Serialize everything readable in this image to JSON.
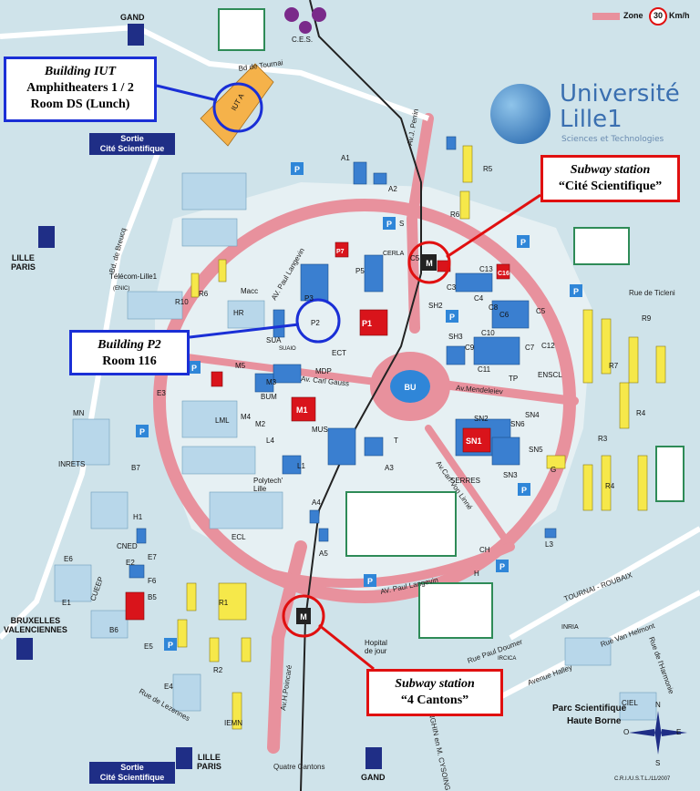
{
  "callouts": {
    "iut": {
      "title": "Building IUT",
      "line1": "Amphitheaters 1 / 2",
      "line2": "Room DS (Lunch)"
    },
    "p2": {
      "title": "Building P2",
      "line1": "Room 116"
    },
    "cite": {
      "title": "Subway station",
      "line1": "“Cité Scientifique”"
    },
    "cantons": {
      "title": "Subway station",
      "line1": "“4 Cantons”"
    }
  },
  "logo": {
    "name_line1": "Université",
    "name_line2": "Lille1",
    "subtitle": "Sciences et Technologies"
  },
  "zone": {
    "label": "Zone",
    "speed": "30",
    "unit": "Km/h"
  },
  "exits": {
    "top": {
      "line1": "Sortie",
      "line2": "Cité Scientifique"
    },
    "bottom": {
      "line1": "Sortie",
      "line2": "Cité Scientifique"
    }
  },
  "cities": {
    "gand_top": "GAND",
    "lille_paris_left": "LILLE\nPARIS",
    "bruxelles": "BRUXELLES\nVALENCIENNES",
    "lille_paris_bottom": "LILLE\nPARIS",
    "gand_bottom": "GAND"
  },
  "roads": {
    "tournai": "Bd de Tournai",
    "perrin": "Av.J. Perrin",
    "breucq": "Bd. de Breucq",
    "langevin_top": "AV. Paul Langevin",
    "langevin_bottom": "AV. Paul Langevin",
    "gauss": "Av. Carl Gauss",
    "mendeleiev": "Av.Mendeleiev",
    "vonlinne": "Av.Carl Von Linné",
    "poincare": "Av.H.Poincaré",
    "tournai_roubaix": "TOURNAI - ROUBAIX",
    "doumer": "Rue Paul Doumer",
    "halley": "Avenue Halley",
    "helmont": "Rue Van Helmont",
    "ticleni": "Rue de Ticleni",
    "harmonie": "Rue de l'Harmonie",
    "lezennes": "Rue de Lezennes",
    "sainghin": "SAINGHIN en M. CYSOING",
    "quatre_cantons": "Quatre Cantons"
  },
  "buildings": {
    "ces": "C.E.S.",
    "iut_a": "IUT A",
    "a1": "A1",
    "a2": "A2",
    "r5": "R5",
    "r6": "R6",
    "telecom": "Télécom-Lille1",
    "enic": "(ENIC)",
    "r10": "R10",
    "r6b": "R6",
    "macc": "Macc",
    "hr": "HR",
    "p3": "P3",
    "p2": "P2",
    "p1": "P1",
    "p5": "P5",
    "p7": "P7",
    "sua": "SUA",
    "suaio": "SUAIO",
    "cerl": "CERLA",
    "c5": "C5",
    "c13": "C13",
    "c16": "C16",
    "c3": "C3",
    "sh2": "SH2",
    "c4": "C4",
    "c8": "C8",
    "c6": "C6",
    "sh3": "SH3",
    "c9": "C9",
    "c10": "C10",
    "c5b": "C5",
    "c7": "C7",
    "c12": "C12",
    "c11": "C11",
    "ensc": "ENSCL",
    "tp": "TP",
    "r9": "R9",
    "r7": "R7",
    "r4": "R4",
    "r3": "R3",
    "r4b": "R4",
    "m5": "M5",
    "m3": "M3",
    "m1": "M1",
    "m2": "M2",
    "m4": "M4",
    "bum": "BUM",
    "e3": "E3",
    "lml": "LML",
    "mus": "MUS",
    "mdp": "MDP",
    "ect": "ECT",
    "bu": "BU",
    "sn2": "SN2",
    "sn6": "SN6",
    "sn4": "SN4",
    "sn1": "SN1",
    "sn5": "SN5",
    "sn3": "SN3",
    "serres": "SERRES",
    "g": "G",
    "mn": "MN",
    "inrets": "INRETS",
    "l4": "L4",
    "l1": "L1",
    "t": "T",
    "a3": "A3",
    "b7": "B7",
    "polytech": "Polytech'\nLille",
    "h1": "H1",
    "ecl": "ECL",
    "cned": "CNED",
    "e2": "E2",
    "e7": "E7",
    "e6": "E6",
    "e1": "E1",
    "f6": "F6",
    "b5": "B5",
    "b6": "B6",
    "cueep": "CUEEP",
    "e5": "E5",
    "r1": "R1",
    "r2": "R2",
    "a4": "A4",
    "a5": "A5",
    "ch": "CH",
    "h": "H",
    "l3": "L3",
    "hopital": "Hopital\nde jour",
    "e4": "E4",
    "iemn": "IEMN",
    "irci": "IRCICA",
    "inria": "INRIA",
    "ciel": "CIEL",
    "parc": "Parc Scientifique\nHaute Borne",
    "s_parking": "S"
  },
  "compass": {
    "n": "N",
    "s": "S",
    "e": "E",
    "o": "O"
  },
  "credit": "C.R.I./U.S.T.L./11/2007",
  "parking_letter": "P",
  "metro_letter": "M",
  "colors": {
    "callout_blue": "#1a2fd6",
    "callout_red": "#e01010",
    "road": "#e8919d",
    "building_blue": "#3a7fd0",
    "building_yellow": "#f6e84a",
    "building_red": "#d9141b",
    "sports": "#2e8b57"
  }
}
